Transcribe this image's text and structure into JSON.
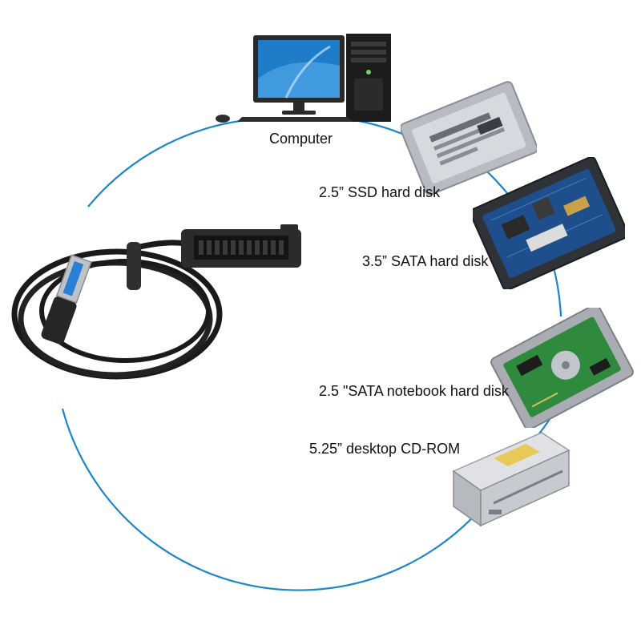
{
  "labels": {
    "computer": "Computer",
    "ssd": "2.5” SSD hard disk",
    "sata35": "3.5” SATA hard disk",
    "notebook": "2.5 \"SATA notebook hard disk",
    "cdrom": "5.25” desktop CD-ROM"
  },
  "colors": {
    "circle": "#1b86c9",
    "cable": "#1a1a1a",
    "usb_blue": "#2a7fd6",
    "pcb_blue": "#1e4f8c",
    "pcb_green": "#2f8a3e",
    "metal": "#c9ccd1",
    "screen": "#1e7cc9"
  },
  "icons": [
    "computer-icon",
    "ssd-icon",
    "hdd-35-icon",
    "hdd-25-icon",
    "cdrom-icon",
    "usb-sata-cable-icon"
  ]
}
